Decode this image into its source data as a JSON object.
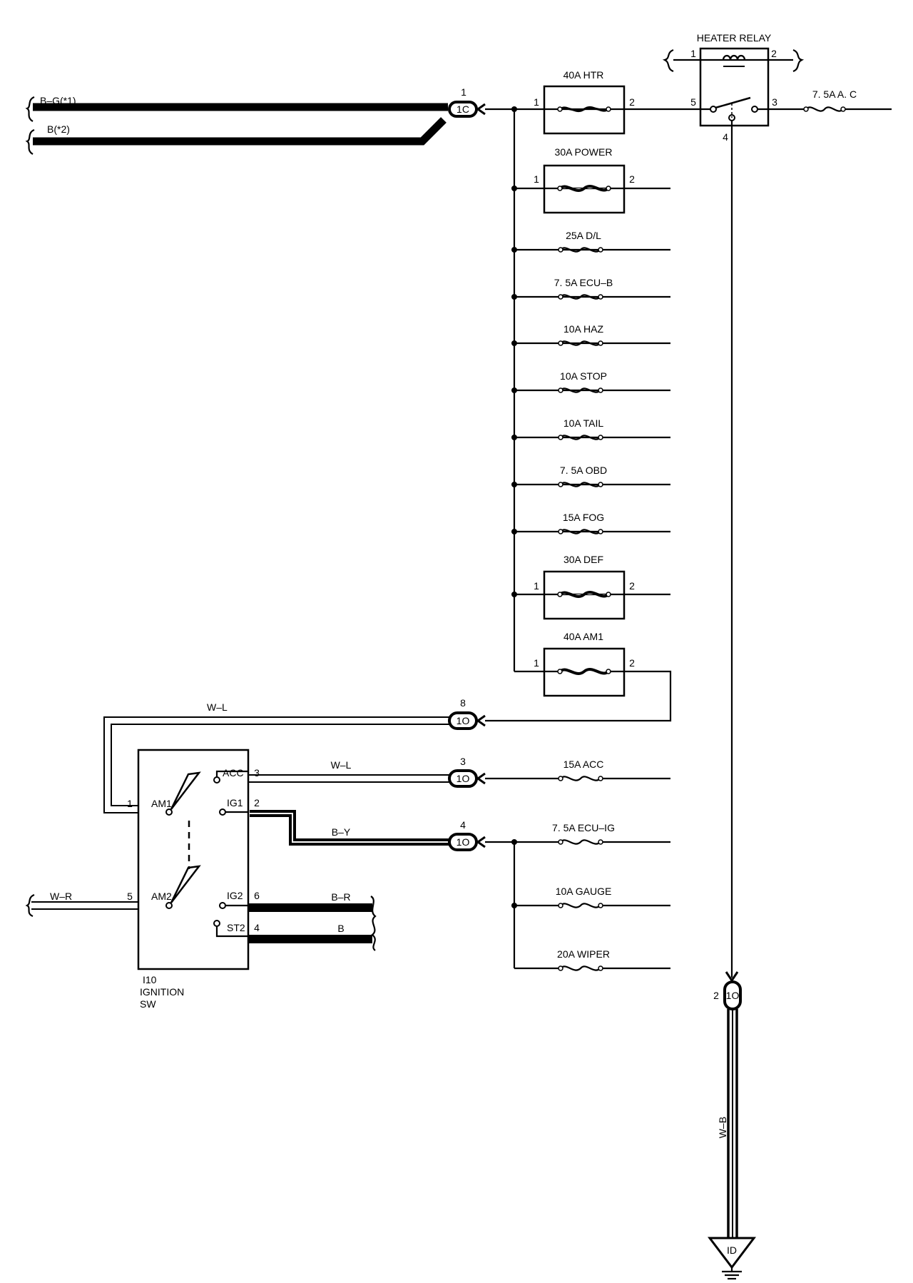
{
  "harness_labels": {
    "bg1": "B–G(*1)",
    "b2": "B(*2)"
  },
  "connector_1c": {
    "pin": "1",
    "label": "1C"
  },
  "fuses": {
    "htr": {
      "label": "40A HTR",
      "pin_in": "1",
      "pin_out": "2"
    },
    "power": {
      "label": "30A POWER",
      "pin_in": "1",
      "pin_out": "2"
    },
    "dl": {
      "label": "25A D/L"
    },
    "ecub": {
      "label": "7. 5A ECU–B"
    },
    "haz": {
      "label": "10A HAZ"
    },
    "stop": {
      "label": "10A STOP"
    },
    "tail": {
      "label": "10A TAIL"
    },
    "obd": {
      "label": "7. 5A OBD"
    },
    "fog": {
      "label": "15A FOG"
    },
    "def": {
      "label": "30A DEF",
      "pin_in": "1",
      "pin_out": "2"
    },
    "am1": {
      "label": "40A AM1",
      "pin_in": "1",
      "pin_out": "2"
    },
    "acc": {
      "label": "15A ACC"
    },
    "ecuig": {
      "label": "7. 5A ECU–IG"
    },
    "gauge": {
      "label": "10A GAUGE"
    },
    "wiper": {
      "label": "20A WIPER"
    },
    "ac": {
      "label": "7. 5A A. C"
    }
  },
  "heater_relay": {
    "title": "HEATER RELAY",
    "pins": {
      "p1": "1",
      "p2": "2",
      "p3": "3",
      "p4": "4",
      "p5": "5"
    }
  },
  "connectors_1o": [
    {
      "pin": "8",
      "label": "1O"
    },
    {
      "pin": "3",
      "label": "1O"
    },
    {
      "pin": "4",
      "label": "1O"
    },
    {
      "pin": "2",
      "label": "1O"
    }
  ],
  "ignition_switch": {
    "code": "I10",
    "name_line1": "IGNITION",
    "name_line2": "SW",
    "terminals": {
      "am1": "AM1",
      "am2": "AM2",
      "acc": "ACC",
      "ig1": "IG1",
      "ig2": "IG2",
      "st2": "ST2",
      "pin_am1": "1",
      "pin_am2": "5",
      "pin_acc": "3",
      "pin_ig1": "2",
      "pin_ig2": "6",
      "pin_st2": "4"
    }
  },
  "wire_colors": {
    "w_l_top": "W–L",
    "w_l_acc": "W–L",
    "b_y": "B–Y",
    "w_r": "W–R",
    "b_r": "B–R",
    "b": "B",
    "w_b": "W–B"
  },
  "ground": {
    "label": "ID"
  }
}
